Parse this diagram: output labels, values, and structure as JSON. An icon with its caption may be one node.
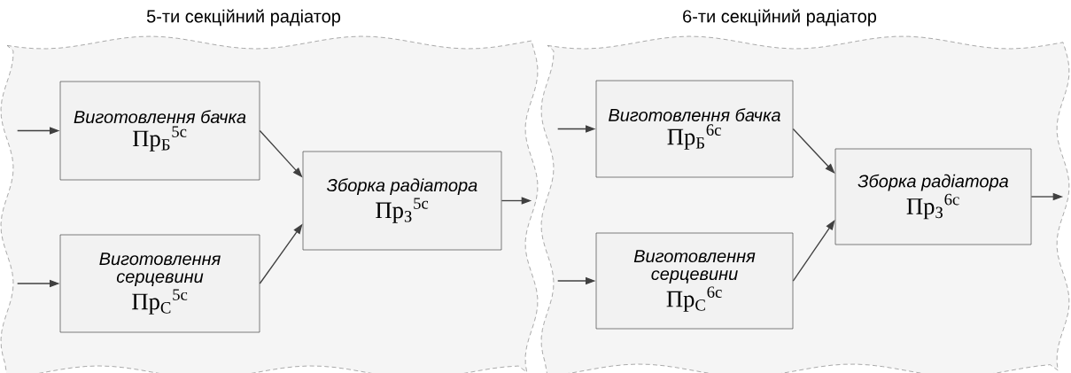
{
  "diagram": {
    "nodes": [
      {
        "text": [
          "5-ти секційний радіатор"
        ]
      },
      {
        "text": [
          "Виготовлення бачка",
          "Пр$_{Б}$$^{5с}$"
        ],
        "in": 0
      },
      {
        "text": [
          "Виготовлення серцевини",
          "Пр$_{С}$$^{5с}$"
        ],
        "in": 0
      },
      {
        "text": [
          "Зборка радіатора",
          "Пр$_{З}$$^{5с}$"
        ],
        "in": 0
      },
      {
        "text": [
          "6-ти секційний радіатор"
        ]
      },
      {
        "text": [
          "Виготовлення бачка",
          "Пр$_{Б}$$^{6с}$"
        ],
        "in": 4
      },
      {
        "text": [
          "Виготовлення серцевини",
          "Пр$_{С}$$^{6с}$"
        ],
        "in": 4
      },
      {
        "text": [
          "Зборка радіатора",
          "Пр$_{З}$$^{6с}$"
        ],
        "in": 4
      }
    ],
    "edges": [
      {
        "from": null,
        "to": 1,
        "arrow": "to"
      },
      {
        "from": null,
        "to": 2,
        "arrow": "to"
      },
      {
        "from": 1,
        "to": 3,
        "arrow": "to"
      },
      {
        "from": 2,
        "to": 3,
        "arrow": "to"
      },
      {
        "from": 3,
        "to": null,
        "arrow": "to"
      },
      {
        "from": null,
        "to": 5,
        "arrow": "to"
      },
      {
        "from": null,
        "to": 6,
        "arrow": "to"
      },
      {
        "from": 5,
        "to": 7,
        "arrow": "to"
      },
      {
        "from": 6,
        "to": 7,
        "arrow": "to"
      },
      {
        "from": 7,
        "to": null,
        "arrow": "to"
      }
    ]
  }
}
